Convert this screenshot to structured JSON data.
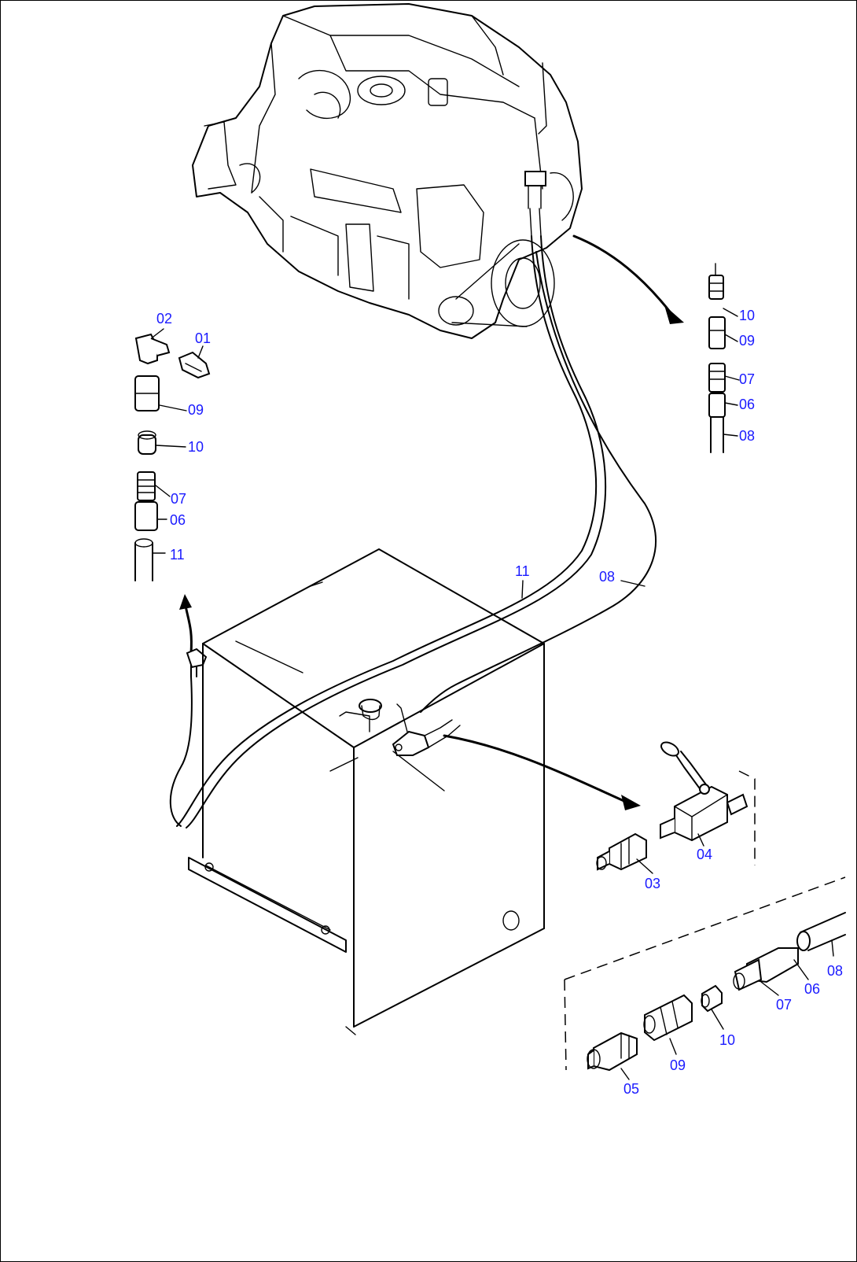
{
  "callouts": [
    {
      "id": "02",
      "text": "02"
    },
    {
      "id": "01",
      "text": "01"
    },
    {
      "id": "09a",
      "text": "09"
    },
    {
      "id": "10a",
      "text": "10"
    },
    {
      "id": "07a",
      "text": "07"
    },
    {
      "id": "06a",
      "text": "06"
    },
    {
      "id": "11a",
      "text": "11"
    },
    {
      "id": "10b",
      "text": "10"
    },
    {
      "id": "09b",
      "text": "09"
    },
    {
      "id": "07b",
      "text": "07"
    },
    {
      "id": "06b",
      "text": "06"
    },
    {
      "id": "08b",
      "text": "08"
    },
    {
      "id": "11b",
      "text": "11"
    },
    {
      "id": "08c",
      "text": "08"
    },
    {
      "id": "04",
      "text": "04"
    },
    {
      "id": "03",
      "text": "03"
    },
    {
      "id": "08d",
      "text": "08"
    },
    {
      "id": "06d",
      "text": "06"
    },
    {
      "id": "07d",
      "text": "07"
    },
    {
      "id": "10d",
      "text": "10"
    },
    {
      "id": "09d",
      "text": "09"
    },
    {
      "id": "05",
      "text": "05"
    }
  ],
  "colors": {
    "callout": "#1a1aff",
    "line": "#000000",
    "background": "#ffffff"
  }
}
